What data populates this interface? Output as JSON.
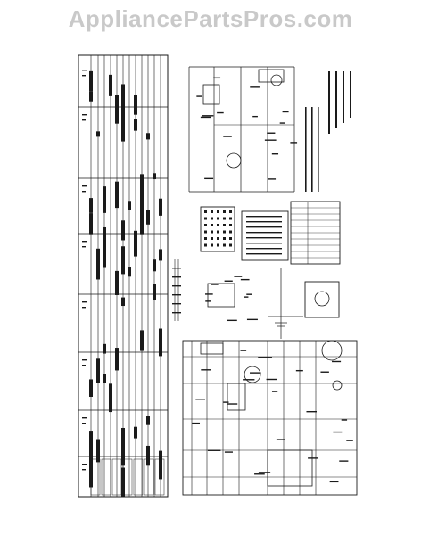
{
  "watermark": {
    "text": "AppliancePartsPros.com",
    "color": "#c9c9c9"
  },
  "diagram": {
    "line_color": "#1a1a1a",
    "paper_color": "#ffffff",
    "sections": [
      "switch-chart-table",
      "wiring-schematic",
      "motor-circuit",
      "legend-box",
      "terminal-block",
      "timer-sequence-chart",
      "title-block"
    ]
  }
}
